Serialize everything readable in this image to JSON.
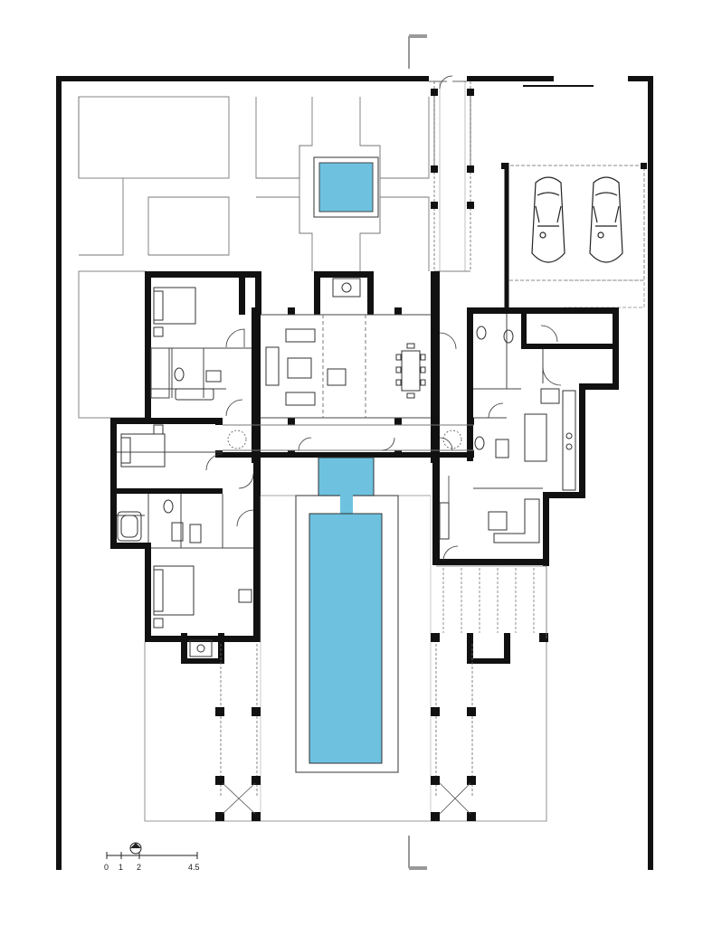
{
  "colors": {
    "wall": "#111111",
    "line": "#555555",
    "thin": "#888888",
    "water": "#6ec2e0",
    "background": "#ffffff"
  },
  "scale_bar": {
    "ticks": [
      "0",
      "1",
      "2",
      "4.5"
    ]
  },
  "icons": {
    "north_arrow": "north-arrow-icon",
    "car": "car-icon",
    "bed": "bed-icon",
    "bathtub": "bathtub-icon",
    "toilet": "toilet-icon",
    "sofa": "sofa-icon",
    "dining_table": "dining-table-icon",
    "kitchen_island": "kitchen-island-icon",
    "fireplace": "fireplace-icon"
  }
}
